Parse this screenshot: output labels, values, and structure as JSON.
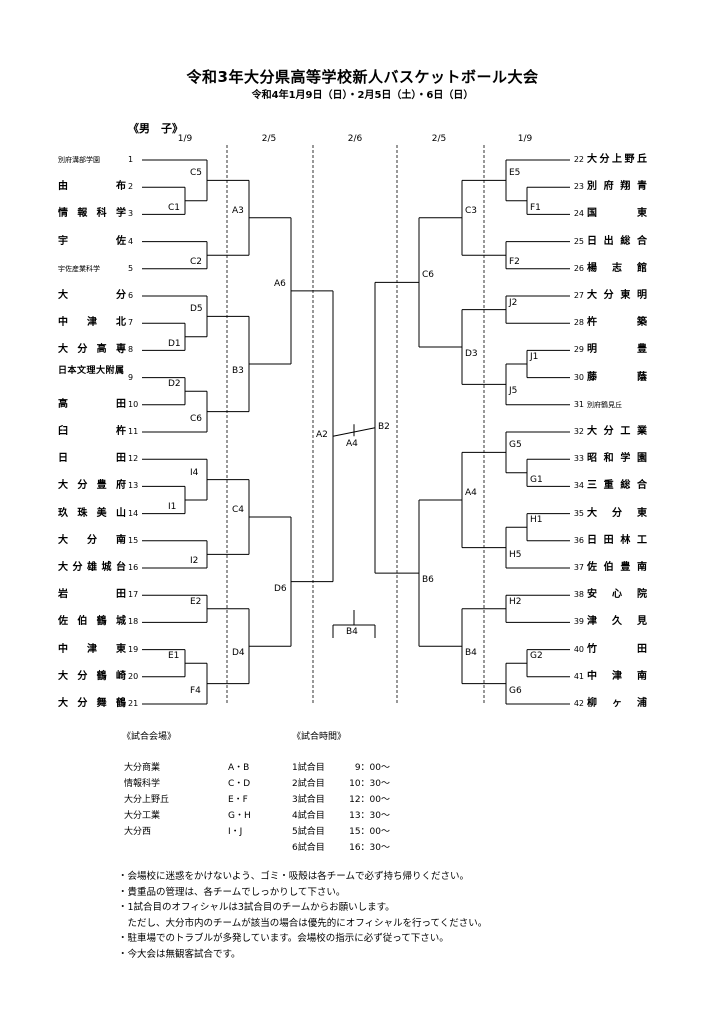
{
  "title": "令和3年大分県高等学校新人バスケットボール大会",
  "subtitle": "令和4年1月9日（日）・2月5日（土）・6日（日）",
  "division": "《男　子》",
  "rounds": [
    "1/9",
    "2/5",
    "2/6",
    "2/5",
    "1/9"
  ],
  "left_teams": [
    {
      "name": "別府溝部学園",
      "num": "1",
      "style": "small"
    },
    {
      "name": "由布",
      "num": "2"
    },
    {
      "name": "情報科学",
      "num": "3"
    },
    {
      "name": "宇佐",
      "num": "4"
    },
    {
      "name": "宇佐産業科学",
      "num": "5",
      "style": "small"
    },
    {
      "name": "大分",
      "num": "6"
    },
    {
      "name": "中津北",
      "num": "7"
    },
    {
      "name": "大分高専",
      "num": "8"
    },
    {
      "name": "日本文理大附属",
      "num": "9",
      "style": "stack"
    },
    {
      "name": "高田",
      "num": "10"
    },
    {
      "name": "臼杵",
      "num": "11"
    },
    {
      "name": "日田",
      "num": "12"
    },
    {
      "name": "大分豊府",
      "num": "13"
    },
    {
      "name": "玖珠美山",
      "num": "14"
    },
    {
      "name": "大分南",
      "num": "15"
    },
    {
      "name": "大分雄城台",
      "num": "16"
    },
    {
      "name": "岩田",
      "num": "17"
    },
    {
      "name": "佐伯鶴城",
      "num": "18"
    },
    {
      "name": "中津東",
      "num": "19"
    },
    {
      "name": "大分鶴崎",
      "num": "20"
    },
    {
      "name": "大分舞鶴",
      "num": "21"
    }
  ],
  "right_teams": [
    {
      "name": "大分上野丘",
      "num": "22"
    },
    {
      "name": "別府翔青",
      "num": "23"
    },
    {
      "name": "国東",
      "num": "24"
    },
    {
      "name": "日出総合",
      "num": "25"
    },
    {
      "name": "楊志館",
      "num": "26"
    },
    {
      "name": "大分東明",
      "num": "27"
    },
    {
      "name": "杵築",
      "num": "28"
    },
    {
      "name": "明豊",
      "num": "29"
    },
    {
      "name": "藤蔭",
      "num": "30"
    },
    {
      "name": "別府鶴見丘",
      "num": "31",
      "style": "small"
    },
    {
      "name": "大分工業",
      "num": "32"
    },
    {
      "name": "昭和学園",
      "num": "33"
    },
    {
      "name": "三重総合",
      "num": "34"
    },
    {
      "name": "大分東",
      "num": "35"
    },
    {
      "name": "日田林工",
      "num": "36"
    },
    {
      "name": "佐伯豊南",
      "num": "37"
    },
    {
      "name": "安心院",
      "num": "38"
    },
    {
      "name": "津久見",
      "num": "39"
    },
    {
      "name": "竹田",
      "num": "40"
    },
    {
      "name": "中津南",
      "num": "41"
    },
    {
      "name": "柳ヶ浦",
      "num": "42"
    }
  ],
  "match_labels": {
    "C1": "C1",
    "C2": "C2",
    "C5": "C5",
    "D1": "D1",
    "D2": "D2",
    "D5": "D5",
    "C6": "C6",
    "I4": "I4",
    "I1": "I1",
    "I2": "I2",
    "E2": "E2",
    "E1": "E1",
    "F4": "F4",
    "A3": "A3",
    "B3": "B3",
    "C4": "C4",
    "D4": "D4",
    "A6": "A6",
    "D6": "D6",
    "A2": "A2",
    "A4": "A4",
    "B2": "B2",
    "B4": "B4",
    "E5": "E5",
    "F1": "F1",
    "F2": "F2",
    "J2": "J2",
    "J1": "J1",
    "J5": "J5",
    "G5": "G5",
    "G1": "G1",
    "H1": "H1",
    "H5": "H5",
    "H2": "H2",
    "G2": "G2",
    "G6": "G6",
    "C3": "C3",
    "D3": "D3",
    "A4r": "A4",
    "B4r": "B4",
    "C6r": "C6",
    "B6": "B6"
  },
  "venues": {
    "header": "《試合会場》",
    "items": [
      {
        "name": "大分商業",
        "courts": "A・B"
      },
      {
        "name": "情報科学",
        "courts": "C・D"
      },
      {
        "name": "大分上野丘",
        "courts": "E・F"
      },
      {
        "name": "大分工業",
        "courts": "G・H"
      },
      {
        "name": "大分西",
        "courts": "I・J"
      }
    ]
  },
  "times": {
    "header": "《試合時間》",
    "items": [
      {
        "game": "1試合目",
        "time": "9：00～"
      },
      {
        "game": "2試合目",
        "time": "10：30～"
      },
      {
        "game": "3試合目",
        "time": "12：00～"
      },
      {
        "game": "4試合目",
        "time": "13：30～"
      },
      {
        "game": "5試合目",
        "time": "15：00～"
      },
      {
        "game": "6試合目",
        "time": "16：30～"
      }
    ]
  },
  "notes": [
    "・会場校に迷惑をかけないよう、ゴミ・吸殻は各チームで必ず持ち帰りください。",
    "・貴重品の管理は、各チームでしっかりして下さい。",
    "・1試合目のオフィシャルは3試合目のチームからお願いします。",
    "　ただし、大分市内のチームが該当の場合は優先的にオフィシャルを行ってください。",
    "・駐車場でのトラブルが多発しています。会場校の指示に必ず従って下さい。",
    "・今大会は無観客試合です。"
  ]
}
